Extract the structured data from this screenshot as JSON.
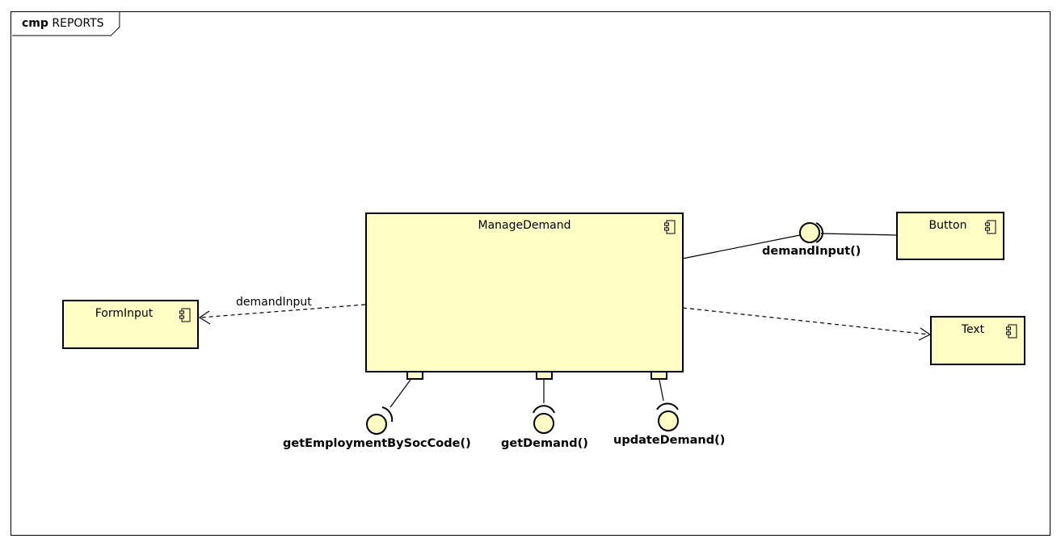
{
  "frame": {
    "kind": "cmp",
    "name": "REPORTS"
  },
  "components": {
    "manage_demand": "ManageDemand",
    "form_input": "FormInput",
    "button": "Button",
    "text": "Text"
  },
  "interfaces": {
    "provided_right": "demandInput()",
    "bottom_1": "getEmploymentBySocCode()",
    "bottom_2": "getDemand()",
    "bottom_3": "updateDemand()"
  },
  "dependencies": {
    "form_input_label": "demandInput"
  },
  "colors": {
    "component_fill": "#ffffc5",
    "stroke": "#000000"
  }
}
